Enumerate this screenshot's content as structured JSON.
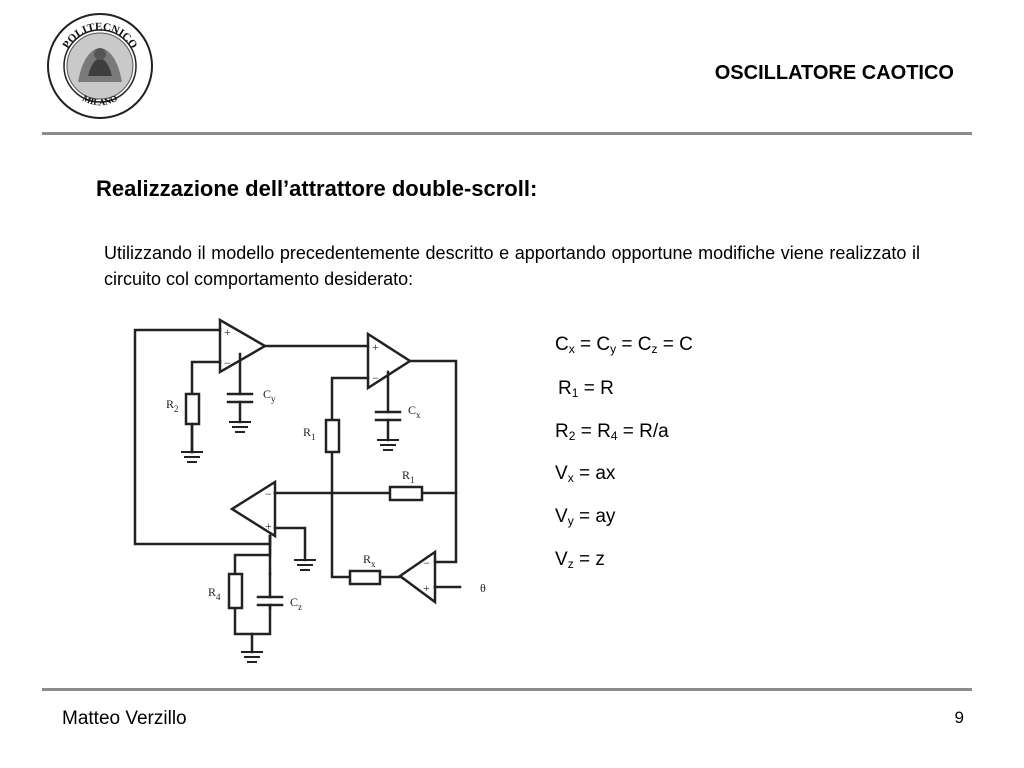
{
  "header": {
    "title": "OSCILLATORE CAOTICO",
    "logo": {
      "icon": "politecnico-seal-icon",
      "ring_text_top": "POLITECNICO",
      "ring_text_bottom": "MILANO"
    }
  },
  "content": {
    "heading": "Realizzazione dell’attrattore double-scroll:",
    "intro": "Utilizzando il modello precedentemente descritto e apportando opportune modifiche viene realizzato il circuito col comportamento desiderato:",
    "circuit": {
      "labels": {
        "r2": "R",
        "r2_sub": "2",
        "cy": "C",
        "cy_sub": "y",
        "r1_left": "R",
        "r1_left_sub": "1",
        "cx": "C",
        "cx_sub": "x",
        "r1_right": "R",
        "r1_right_sub": "1",
        "rx": "R",
        "rx_sub": "x",
        "r4": "R",
        "r4_sub": "4",
        "cz": "C",
        "cz_sub": "z",
        "theta": "θ",
        "plus": "+",
        "minus": "−"
      }
    },
    "equations": [
      {
        "parts": [
          [
            "C",
            "x"
          ],
          [
            " = C",
            "y"
          ],
          [
            " = C",
            "z"
          ],
          [
            " = C",
            ""
          ]
        ]
      },
      {
        "parts": [
          [
            "R",
            "1"
          ],
          [
            " = R",
            ""
          ]
        ]
      },
      {
        "parts": [
          [
            "R",
            "2"
          ],
          [
            " = R",
            "4"
          ],
          [
            " = R/a",
            ""
          ]
        ]
      },
      {
        "parts": [
          [
            "V",
            "x"
          ],
          [
            " = ax",
            ""
          ]
        ]
      },
      {
        "parts": [
          [
            "V",
            "y"
          ],
          [
            " = ay",
            ""
          ]
        ]
      },
      {
        "parts": [
          [
            "V",
            "z"
          ],
          [
            " = z",
            ""
          ]
        ]
      }
    ]
  },
  "footer": {
    "author": "Matteo Verzillo",
    "page_number": "9"
  }
}
